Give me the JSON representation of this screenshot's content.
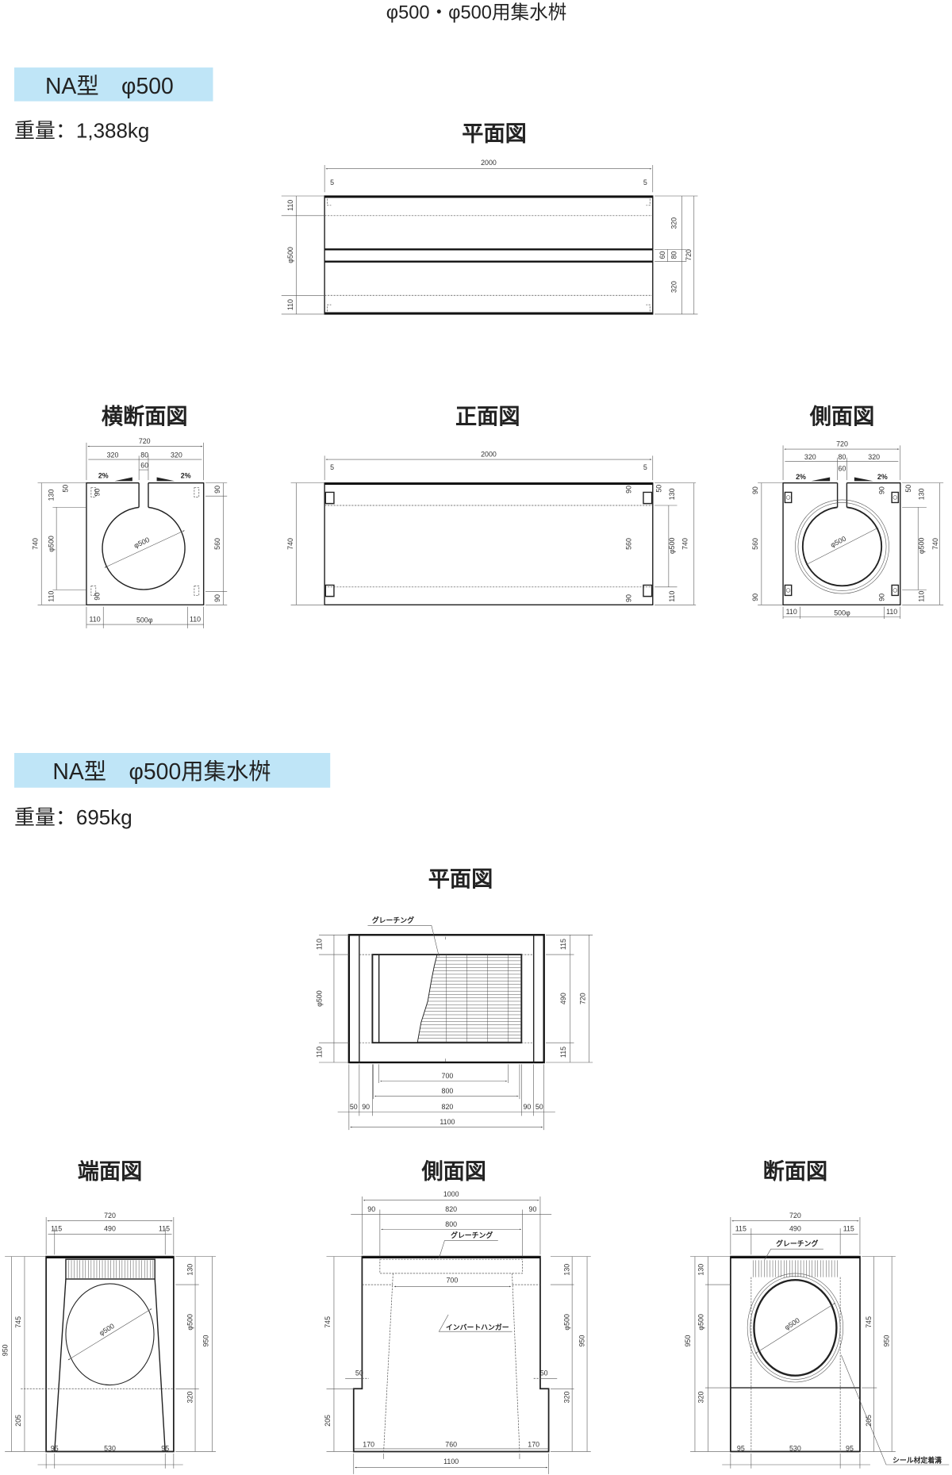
{
  "title": "φ500・φ500用集水桝",
  "colors": {
    "heading_bg": "#bfe5f7",
    "line": "#222222"
  },
  "na500": {
    "heading": "NA型　φ500",
    "weight": "重量：1,388kg",
    "plan": {
      "title": "平面図",
      "total": "2000",
      "edge": "5",
      "d110": "110",
      "phi": "φ500",
      "d320": "320",
      "d60": "60",
      "d80": "80",
      "d720": "720"
    },
    "cross": {
      "title": "横断面図",
      "d720": "720",
      "d320": "320",
      "d80": "80",
      "d60": "60",
      "slope": "2%",
      "d740": "740",
      "phi": "φ500",
      "d130": "130",
      "d50": "50",
      "d90": "90",
      "d110": "110",
      "d560": "560",
      "bottom": "500φ"
    },
    "front": {
      "title": "正面図",
      "total": "2000",
      "edge": "5",
      "d740": "740",
      "d90": "90",
      "d560": "560",
      "d50": "50",
      "d130": "130",
      "phi": "φ500",
      "d110": "110"
    },
    "side": {
      "title": "側面図",
      "d720": "720",
      "d320": "320",
      "d80": "80",
      "d60": "60",
      "slope": "2%",
      "d90": "90",
      "d560": "560",
      "d50": "50",
      "d130": "130",
      "phi": "φ500",
      "d110": "110",
      "d740": "740",
      "bottom": "500φ"
    }
  },
  "na500c": {
    "heading": "NA型　φ500用集水桝",
    "weight": "重量：695kg",
    "plan": {
      "title": "平面図",
      "grating": "グレーチング",
      "d110": "110",
      "phi": "φ500",
      "d115": "115",
      "d490": "490",
      "d720": "720",
      "d700": "700",
      "d800": "800",
      "d50": "50",
      "d90": "90",
      "d820": "820",
      "d1100": "1100"
    },
    "end": {
      "title": "端面図",
      "d720": "720",
      "d115": "115",
      "d490": "490",
      "d95": "95",
      "d530": "530",
      "d950": "950",
      "d745": "745",
      "d205": "205",
      "d130": "130",
      "phi": "φ500",
      "d320": "320"
    },
    "side": {
      "title": "側面図",
      "d1000": "1000",
      "d90": "90",
      "d820": "820",
      "d800": "800",
      "grating": "グレーチング",
      "d700": "700",
      "hanger": "インバートハンガー",
      "d170": "170",
      "d760": "760",
      "d1100": "1100",
      "d745": "745",
      "d205": "205",
      "d50": "50",
      "d130": "130",
      "phi": "φ500",
      "d320": "320",
      "d950": "950"
    },
    "section": {
      "title": "断面図",
      "d720": "720",
      "d115": "115",
      "d490": "490",
      "grating": "グレーチング",
      "d95": "95",
      "d530": "530",
      "d950": "950",
      "d130": "130",
      "phi": "φ500",
      "d320": "320",
      "d745": "745",
      "d205": "205",
      "seal": "シール材定着溝"
    }
  }
}
